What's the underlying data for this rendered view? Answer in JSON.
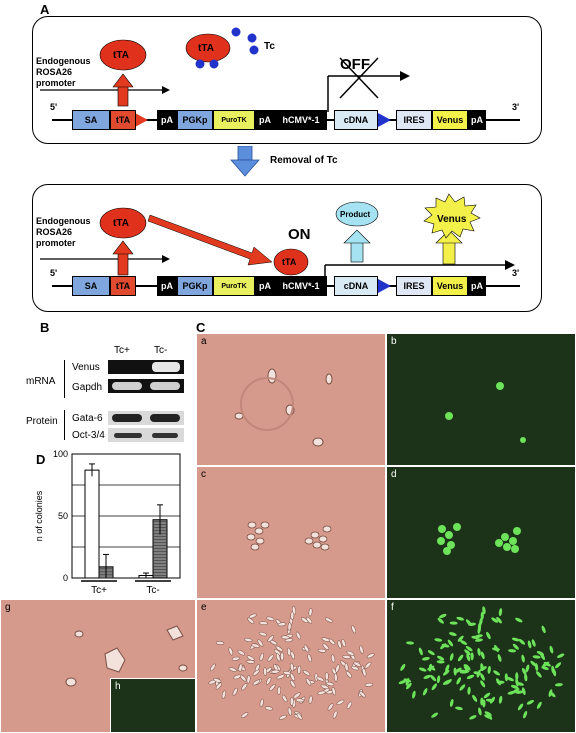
{
  "panel_a": {
    "letter": "A",
    "top": {
      "promoter_label_lines": [
        "Endogenous",
        "ROSA26",
        "promoter"
      ],
      "tta_bubble": "tTA",
      "tta_bound": "tTA",
      "tc_label": "Tc",
      "off_label": "OFF",
      "five_prime": "5'",
      "three_prime": "3'",
      "blocks": [
        "SA",
        "tTA",
        "pA",
        "PGKp",
        "PuroTK",
        "pA",
        "hCMV*-1",
        "cDNA",
        "IRES",
        "Venus",
        "pA"
      ]
    },
    "middle_arrow_label": "Removal of Tc",
    "bottom": {
      "promoter_label_lines": [
        "Endogenous",
        "ROSA26",
        "promoter"
      ],
      "tta_bubble": "tTA",
      "tta_bound": "tTA",
      "on_label": "ON",
      "product_label": "Product",
      "venus_burst_label": "Venus",
      "five_prime": "5'",
      "three_prime": "3'",
      "blocks": [
        "SA",
        "tTA",
        "pA",
        "PGKp",
        "PuroTK",
        "pA",
        "hCMV*-1",
        "cDNA",
        "IRES",
        "Venus",
        "pA"
      ]
    }
  },
  "panel_b": {
    "letter": "B",
    "col_headers": [
      "Tc+",
      "Tc-"
    ],
    "mrna_label": "mRNA",
    "protein_label": "Protein",
    "rows": [
      "Venus",
      "Gapdh",
      "Gata-6",
      "Oct-3/4"
    ]
  },
  "panel_c": {
    "letter": "C",
    "subpanels": [
      "a",
      "b",
      "c",
      "d",
      "e",
      "f",
      "g",
      "h"
    ]
  },
  "panel_d": {
    "letter": "D",
    "chart_data": {
      "type": "bar",
      "ylabel": "n of colonies",
      "ylim": [
        0,
        100
      ],
      "yticks": [
        0,
        50,
        100
      ],
      "categories": [
        "Tc+",
        "Tc-"
      ],
      "series": [
        {
          "values": [
            87,
            2
          ],
          "errors": [
            5,
            2
          ],
          "fill": "#ffffff"
        },
        {
          "values": [
            9,
            47
          ],
          "errors": [
            10,
            12
          ],
          "fill": "#808080"
        }
      ],
      "grid": true
    }
  },
  "colors": {
    "sa_blue": "#7fa6dd",
    "tta_red": "#e04a2f",
    "puro_yellow": "#e8f060",
    "venus_yellow": "#f4f04a",
    "cdna_light": "#d8ebf5",
    "ires_light": "#dfe6f4",
    "arrow_blue": "#5b8fdc",
    "promoter_red": "#e23a1e",
    "bubble_red": "#e0311c",
    "phase_bg": "#d59a8c",
    "fluor_bg": "#1c3319",
    "cell_green": "#6de35a"
  }
}
